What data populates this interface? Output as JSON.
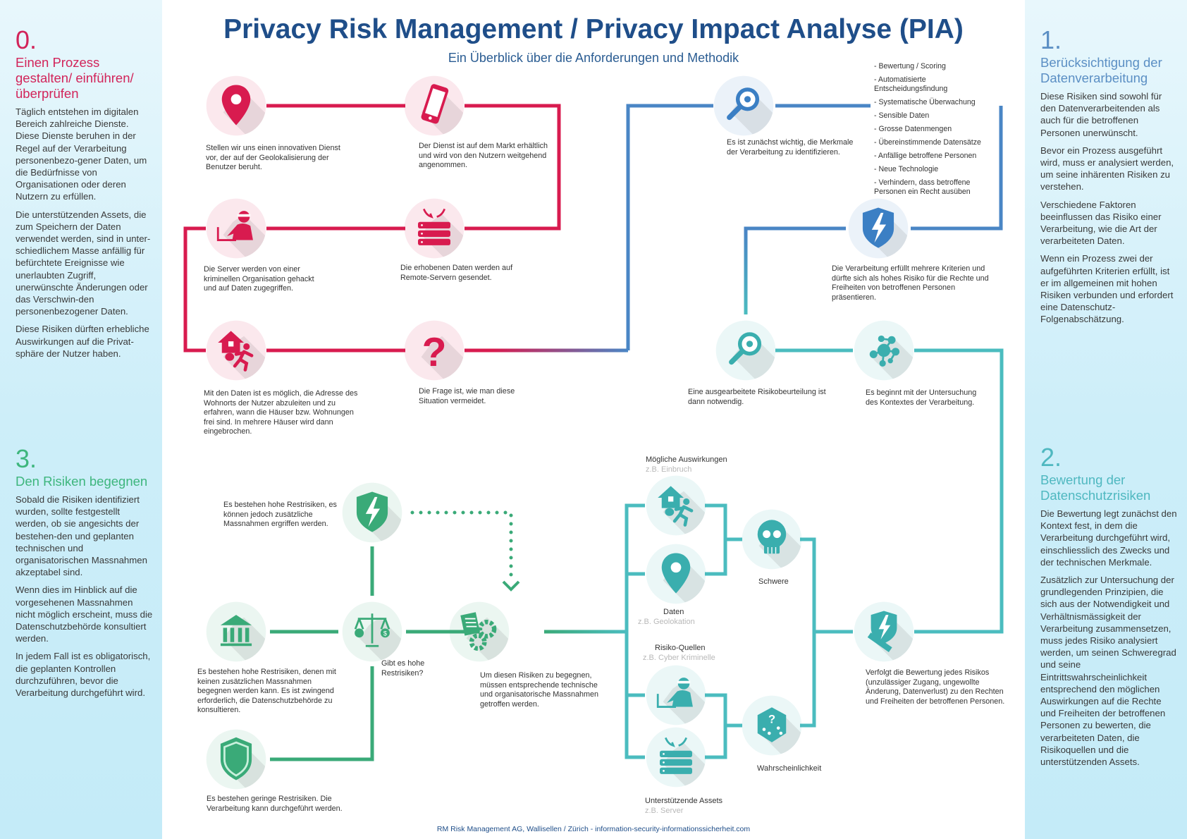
{
  "header": {
    "title": "Privacy Risk Management / Privacy Impact Analyse (PIA)",
    "subtitle": "Ein Überblick über die Anforderungen und Methodik"
  },
  "colors": {
    "pink": "#d81b4f",
    "blue": "#4a86c5",
    "teal": "#4bbcbf",
    "green": "#3aaa78",
    "title": "#1f4e89"
  },
  "sections": {
    "s0": {
      "number": "0.",
      "heading": "Einen Prozess gestalten/ einführen/ überprüfen",
      "paragraphs": [
        "Täglich entstehen im digitalen Bereich zahlreiche Dienste. Diese Dienste beruhen in der Regel auf der Verarbeitung personenbezo-gener Daten, um die Bedürfnisse von Organisationen oder deren Nutzern zu erfüllen.",
        "Die unterstützenden Assets, die zum Speichern der Daten verwendet werden, sind in unter-schiedlichem Masse anfällig für befürchtete Ereignisse wie unerlaubten Zugriff, unerwünschte Änderungen oder das Verschwin-den personenbezogener Daten.",
        "Diese Risiken dürften erhebliche Auswirkungen auf die Privat-sphäre der Nutzer haben."
      ]
    },
    "s1": {
      "number": "1.",
      "heading": "Berücksichtigung der Datenverarbeitung",
      "paragraphs": [
        "Diese Risiken sind sowohl für den Datenverarbeitenden als auch für die betroffenen Personen unerwünscht.",
        "Bevor ein Prozess ausgeführt wird, muss er analysiert werden, um seine inhärenten Risiken zu verstehen.",
        "Verschiedene Faktoren beeinflussen das Risiko einer Verarbeitung, wie die Art der verarbeiteten Daten.",
        "Wenn ein Prozess zwei der aufgeführten Kriterien erfüllt, ist er im allgemeinen mit hohen Risiken verbunden und erfordert eine Datenschutz-Folgenabschätzung."
      ]
    },
    "s2": {
      "number": "2.",
      "heading": "Bewertung der Datenschutzrisiken",
      "paragraphs": [
        "Die Bewertung legt zunächst den Kontext fest, in dem die Verarbeitung durchgeführt wird, einschliesslich des Zwecks und der technischen Merkmale.",
        "Zusätzlich zur Untersuchung der grundlegenden Prinzipien, die sich aus der Notwendigkeit und Verhältnismässigkeit der Verarbeitung zusammensetzen, muss jedes Risiko analysiert werden, um seinen Schweregrad und seine Eintrittswahrscheinlichkeit entsprechend den möglichen Auswirkungen auf die Rechte und Freiheiten der betroffenen Personen zu bewerten, die verarbeiteten Daten, die Risikoquellen und die unterstützenden Assets."
      ]
    },
    "s3": {
      "number": "3.",
      "heading": "Den Risiken begegnen",
      "paragraphs": [
        "Sobald die Risiken identifiziert wurden, sollte festgestellt werden, ob sie angesichts der bestehen-den und geplanten technischen und organisatorischen Massnahmen akzeptabel sind.",
        "Wenn dies im Hinblick auf die vorgesehenen Massnahmen nicht möglich erscheint, muss die Datenschutzbehörde konsultiert werden.",
        "In jedem Fall ist es obligatorisch, die geplanten Kontrollen durchzuführen, bevor die Verarbeitung durchgeführt wird."
      ]
    }
  },
  "flow": {
    "pin": "Stellen wir uns einen innovativen Dienst vor, der auf der Geolokalisierung der Benutzer beruht.",
    "phone": "Der Dienst ist auf dem Markt erhältlich und wird von den Nutzern weitgehend angenommen.",
    "server": "Die erhobenen Daten werden auf Remote-Servern gesendet.",
    "hacker": "Die Server werden von einer kriminellen Organisation gehackt und auf Daten zugegriffen.",
    "burglar": "Mit den Daten ist es möglich, die Adresse des Wohnorts der Nutzer abzuleiten und zu erfahren, wann die Häuser bzw. Wohnungen frei sind. In mehrere Häuser wird dann eingebrochen.",
    "question": "Die Frage ist, wie man diese Situation vermeidet.",
    "magnifier": "Es ist zunächst wichtig, die Merkmale der Verarbeitung zu identifizieren.",
    "criteria": [
      "- Bewertung / Scoring",
      "- Automatisierte Entscheidungsfindung",
      "- Systematische Überwachung",
      "- Sensible Daten",
      "- Grosse Datenmengen",
      "- Übereinstimmende Datensätze",
      "- Anfällige betroffene Personen",
      "- Neue Technologie",
      "- Verhindern, dass betroffene Personen ein Recht ausüben"
    ],
    "shield_high": "Die Verarbeitung erfüllt mehrere Kriterien und dürfte sich als hohes Risiko für die Rechte und Freiheiten von betroffenen Personen präsentieren.",
    "context": "Es beginnt mit der Untersuchung des Kontextes der Verarbeitung.",
    "assessment": "Eine ausgearbeitete Risikobeurteilung ist dann notwendig.",
    "evaluate": "Verfolgt die Bewertung jedes Risikos (unzulässiger Zugang, ungewollte Änderung, Datenverlust) zu den Rechten und Freiheiten der betroffenen Personen.",
    "impacts": {
      "label": "Mögliche Auswirkungen",
      "example": "z.B. Einbruch"
    },
    "data": {
      "label": "Daten",
      "example": "z.B. Geolokation"
    },
    "sources": {
      "label": "Risiko-Quellen",
      "example": "z.B. Cyber Kriminelle"
    },
    "assets": {
      "label": "Unterstützende Assets",
      "example": "z.B. Server"
    },
    "severity": "Schwere",
    "likelihood": "Wahrscheinlichkeit",
    "measures": "Um diesen Risiken zu begegnen, müssen entsprechende technische und organisatorische Massnahmen getroffen werden.",
    "high_residual_q": "Gibt es hohe Restrisiken?",
    "residual_extra": "Es bestehen hohe Restrisiken, es können jedoch zusätzliche Massnahmen ergriffen werden.",
    "residual_consult": "Es bestehen hohe Restrisiken, denen mit keinen zusätzlichen Massnahmen begegnen werden kann. Es ist zwingend erforderlich, die Datenschutzbehörde zu konsultieren.",
    "residual_low": "Es bestehen geringe Restrisiken. Die Verarbeitung kann durchgeführt werden."
  },
  "footer": "RM Risk Management AG, Wallisellen / Zürich -  information-security-informationssicherheit.com"
}
